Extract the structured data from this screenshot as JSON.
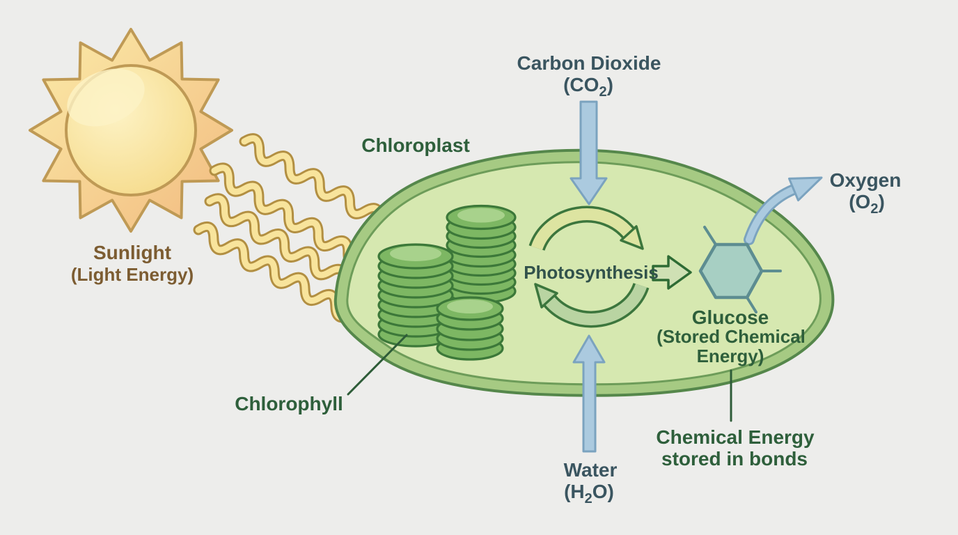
{
  "colors": {
    "background": "#ededeb",
    "text_slate": "#3a5560",
    "text_green": "#2e5f3b",
    "text_brown": "#7c5c31",
    "text_photosynthesis": "#31524b",
    "sun_gradient_light": "#fbeba8",
    "sun_gradient_dark": "#f2bb80",
    "sun_outline": "#bf9a55",
    "sun_body": "#f5d987",
    "sun_body_light": "#fdf3c6",
    "ray_fill": "#f8e49c",
    "ray_outline": "#b28f42",
    "ray_head": "#f6c87d",
    "chloroplast_band": "#a6ca83",
    "chloroplast_outline": "#55874b",
    "chloroplast_fill": "#d6e8b0",
    "chloroplast_inner_outline": "#6d9c59",
    "thylakoid_fill": "#7db763",
    "thylakoid_outline": "#3c7839",
    "thylakoid_highlight": "#a8d28c",
    "arrow_blue_fill": "#abcadf",
    "arrow_blue_outline": "#7ba3bf",
    "cycle_top_fill": "#dde4a1",
    "cycle_bottom_fill": "#b9d4a2",
    "cycle_outline": "#3c763d",
    "product_arrow_fill": "#cfe0b4",
    "product_arrow_outline": "#2e6b34",
    "hexagon_fill": "#a7cfc3",
    "hexagon_outline": "#5d8d91",
    "leader_line": "#2e5c38"
  },
  "labels": {
    "sunlight": {
      "line1": "Sunlight",
      "line2": "(Light Energy)"
    },
    "chloroplast": {
      "label": "Chloroplast"
    },
    "chlorophyll": {
      "label": "Chlorophyll"
    },
    "carbon_dioxide": {
      "name": "Carbon Dioxide",
      "formula_open": "(CO",
      "formula_sub": "2",
      "formula_close": ")"
    },
    "water": {
      "name": "Water",
      "formula_open": "(H",
      "formula_sub": "2",
      "formula_close": "O)"
    },
    "oxygen": {
      "name": "Oxygen",
      "formula_open": "(O",
      "formula_sub": "2",
      "formula_close": ")"
    },
    "photosynthesis": {
      "label": "Photosynthesis"
    },
    "glucose": {
      "name": "Glucose",
      "line2": "(Stored Chemical",
      "line3": "Energy)"
    },
    "chemical_energy": {
      "line1": "Chemical Energy",
      "line2": "stored in bonds"
    }
  }
}
